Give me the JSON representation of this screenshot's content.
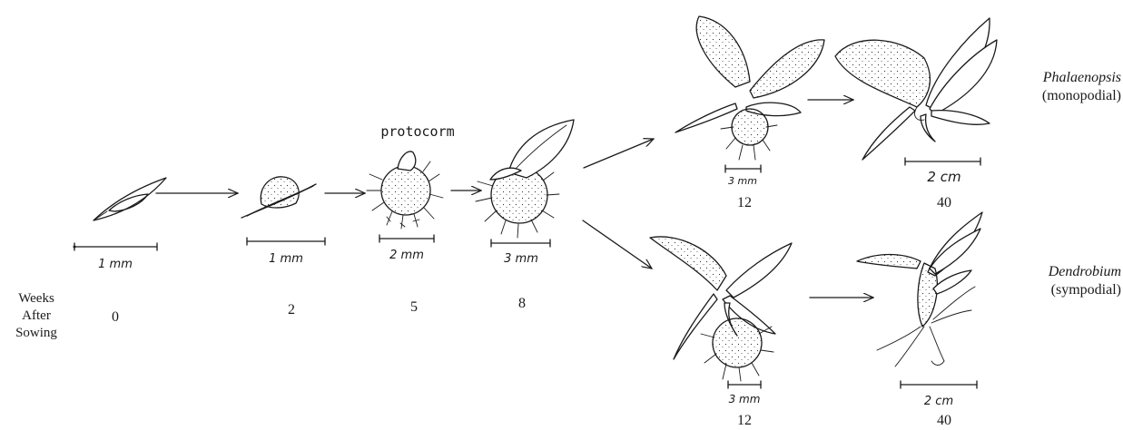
{
  "axis": {
    "label_line1": "Weeks",
    "label_line2": "After",
    "label_line3": "Sowing"
  },
  "stages": [
    {
      "week": "0",
      "scale": "1 mm"
    },
    {
      "week": "2",
      "scale": "1 mm"
    },
    {
      "week": "5",
      "scale": "2 mm",
      "label": "protocorm"
    },
    {
      "week": "8",
      "scale": "3 mm"
    }
  ],
  "branches": {
    "upper": {
      "genus": "Phalaenopsis",
      "type": "(monopodial)",
      "stages": [
        {
          "week": "12",
          "scale": "3 mm"
        },
        {
          "week": "40",
          "scale": "2 cm"
        }
      ]
    },
    "lower": {
      "genus": "Dendrobium",
      "type": "(sympodial)",
      "stages": [
        {
          "week": "12",
          "scale": "3 mm"
        },
        {
          "week": "40",
          "scale": "2 cm"
        }
      ]
    }
  }
}
